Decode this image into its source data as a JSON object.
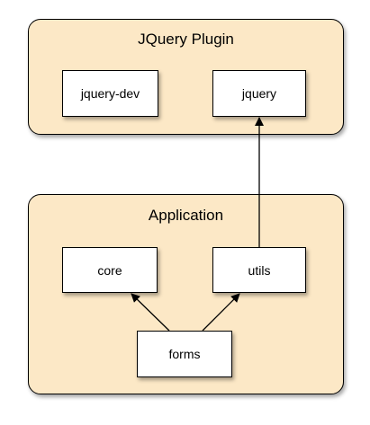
{
  "groups": {
    "plugin": {
      "title": "JQuery Plugin"
    },
    "application": {
      "title": "Application"
    }
  },
  "nodes": {
    "jquery_dev": "jquery-dev",
    "jquery": "jquery",
    "core": "core",
    "utils": "utils",
    "forms": "forms"
  },
  "edges": [
    {
      "from": "utils",
      "to": "jquery"
    },
    {
      "from": "forms",
      "to": "core"
    },
    {
      "from": "forms",
      "to": "utils"
    }
  ],
  "colors": {
    "group_fill": "#fce8c6",
    "node_fill": "#ffffff",
    "stroke": "#000000"
  }
}
